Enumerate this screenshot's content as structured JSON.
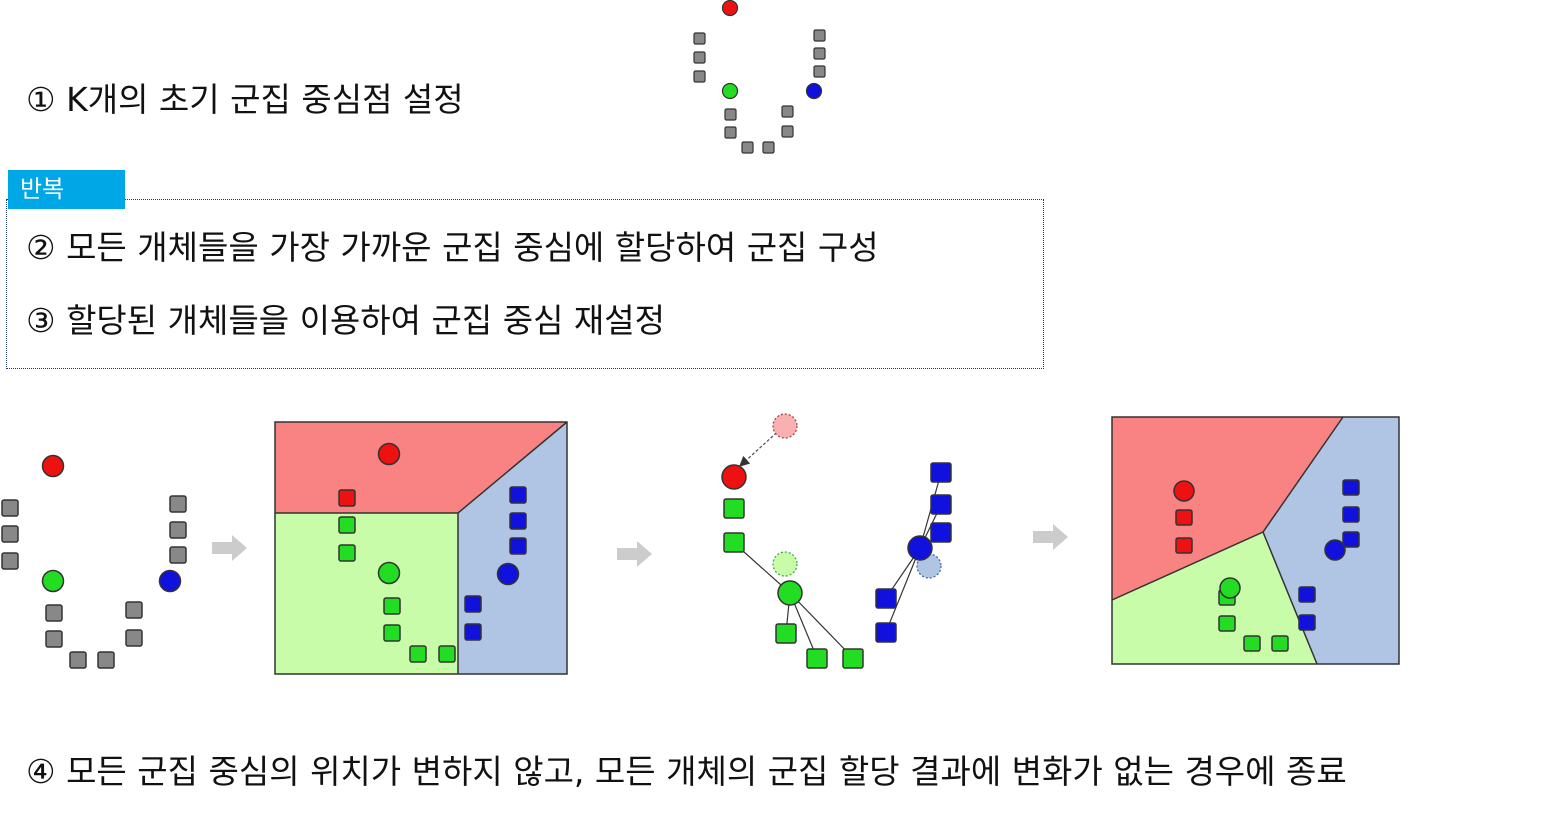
{
  "steps": {
    "step1": "① K개의 초기 군집 중심점 설정",
    "repeat_label": "반복",
    "step2": "② 모든 개체들을 가장 가까운 군집 중심에 할당하여 군집 구성",
    "step3": "③ 할당된 개체들을 이용하여 군집 중심 재설정",
    "step4": "④ 모든 군집 중심의 위치가 변하지 않고, 모든 개체의 군집 할당 결과에 변화가 없는 경우에 종료"
  },
  "colors": {
    "red": "#ee1111",
    "green": "#22dd22",
    "blue": "#1111dd",
    "gray": "#888888",
    "region_red": "#f98282",
    "region_green": "#c8fca9",
    "region_blue": "#b0c4e4",
    "arrow": "#cccccc",
    "tag": "#00a7e6"
  }
}
